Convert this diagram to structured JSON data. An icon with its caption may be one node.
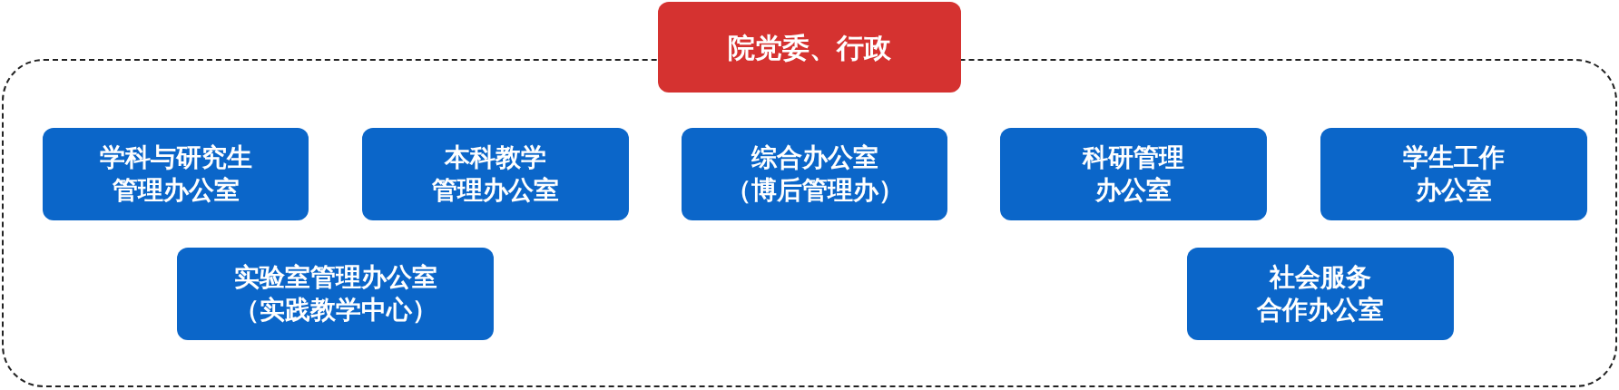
{
  "diagram": {
    "nodes": [
      {
        "text": [
          "院党委、行政"
        ]
      },
      {
        "text": [],
        "shape": "box"
      },
      {
        "text": [
          "学科与研究生管理办公室"
        ],
        "in": 1
      },
      {
        "text": [
          "本科教学管理办公室"
        ],
        "in": 1
      },
      {
        "text": [
          "综合办公室（博后管理办）"
        ],
        "in": 1
      },
      {
        "text": [
          "科研管理办公室"
        ],
        "in": 1
      },
      {
        "text": [
          "学生工作办公室"
        ],
        "in": 1
      },
      {
        "text": [
          "实验室管理办公室（实践教学中心）"
        ],
        "in": 1
      },
      {
        "text": [
          "社会服务合作办公室"
        ],
        "in": 1
      }
    ],
    "edges": []
  }
}
